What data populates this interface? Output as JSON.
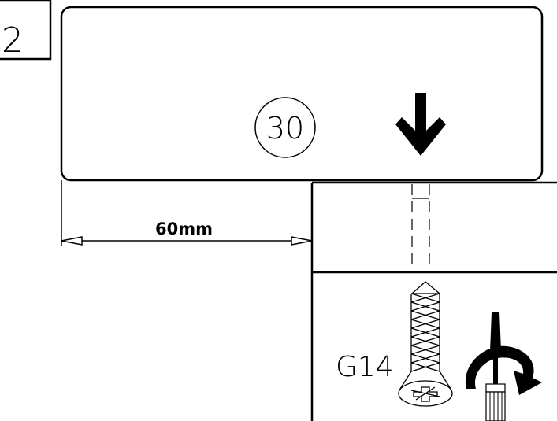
{
  "step": {
    "number": "2"
  },
  "panel": {
    "quantity_badge": "30"
  },
  "dimension": {
    "label": "60mm"
  },
  "fastener": {
    "code": "G14"
  },
  "icons": [
    "down-arrow-icon",
    "screw-icon",
    "screwdriver-icon",
    "clockwise-rotation-icon"
  ],
  "colors": {
    "ink": "#000000",
    "background": "#ffffff"
  }
}
